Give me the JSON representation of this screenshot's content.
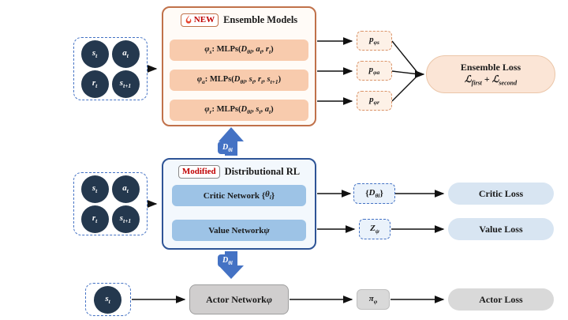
{
  "palette": {
    "circle_navy": "#24384E",
    "arrow_blue": "#4472C4",
    "dist_border_blue": "#2E5496",
    "ensemble_border_orange": "#C0714A",
    "ensemble_row_peach": "#F8CBAD",
    "ensemble_loss_peach": "#FBE5D6",
    "rl_row_blue": "#9DC3E6",
    "loss_pill_blue": "#D8E5F2",
    "actor_gray": "#D0CECE",
    "loss_pill_gray": "#D9D9D9",
    "badge_red": "#C00000"
  },
  "icons": {
    "fire": "fire-icon"
  },
  "inputs": {
    "quad": [
      [
        {
          "t": "s",
          "s": "t",
          "i": 1
        }
      ],
      [
        {
          "t": "a",
          "s": "t",
          "i": 1
        }
      ],
      [
        {
          "t": "r",
          "s": "t",
          "i": 1
        }
      ],
      [
        {
          "t": "s",
          "s": "t+1",
          "i": 1
        }
      ]
    ],
    "single": [
      {
        "t": "s",
        "s": "t",
        "i": 1
      }
    ]
  },
  "ensemble": {
    "badge": "NEW",
    "title": "Ensemble Models",
    "rows": [
      {
        "head": [
          {
            "t": "φ",
            "s": "s",
            "i": 1
          }
        ],
        "body": [
          {
            "t": ": MLPs("
          },
          {
            "t": "D",
            "s": "θi",
            "i": 1
          },
          {
            "t": ", "
          },
          {
            "t": "a",
            "s": "t",
            "i": 1
          },
          {
            "t": ", "
          },
          {
            "t": "r",
            "s": "t",
            "i": 1
          },
          {
            "t": ")"
          }
        ]
      },
      {
        "head": [
          {
            "t": "φ",
            "s": "a",
            "i": 1
          }
        ],
        "body": [
          {
            "t": ": MLPs("
          },
          {
            "t": "D",
            "s": "θi",
            "i": 1
          },
          {
            "t": ", "
          },
          {
            "t": "s",
            "s": "t",
            "i": 1
          },
          {
            "t": ", "
          },
          {
            "t": "r",
            "s": "t",
            "i": 1
          },
          {
            "t": ", "
          },
          {
            "t": "s",
            "s": "t+1",
            "i": 1
          },
          {
            "t": ")"
          }
        ]
      },
      {
        "head": [
          {
            "t": "φ",
            "s": "r",
            "i": 1
          }
        ],
        "body": [
          {
            "t": ": MLPs("
          },
          {
            "t": "D",
            "s": "θi",
            "i": 1
          },
          {
            "t": ", "
          },
          {
            "t": "s",
            "s": "t",
            "i": 1
          },
          {
            "t": ", "
          },
          {
            "t": "a",
            "s": "t",
            "i": 1
          },
          {
            "t": ")"
          }
        ]
      }
    ],
    "outputs": [
      [
        {
          "t": "p",
          "s": "φs",
          "i": 1
        }
      ],
      [
        {
          "t": "p",
          "s": "φa",
          "i": 1
        }
      ],
      [
        {
          "t": "p",
          "s": "φr",
          "i": 1
        }
      ]
    ],
    "loss_title": "Ensemble Loss",
    "loss_formula": [
      {
        "t": "ℒ",
        "s": "first",
        "i": 1
      },
      {
        "t": " + "
      },
      {
        "t": "ℒ",
        "s": "second",
        "i": 1
      }
    ]
  },
  "distributional": {
    "badge": "Modified",
    "title": "Distributional RL",
    "rows": [
      {
        "label": [
          {
            "t": "Critic Network {"
          },
          {
            "t": "θ",
            "s": "i",
            "i": 1
          },
          {
            "t": "}"
          }
        ]
      },
      {
        "label": [
          {
            "t": "Value Network "
          },
          {
            "t": "ψ",
            "i": 1
          }
        ]
      }
    ],
    "outputs": [
      [
        {
          "t": "{"
        },
        {
          "t": "D",
          "s": "θi",
          "i": 1
        },
        {
          "t": "}"
        }
      ],
      [
        {
          "t": "Z",
          "s": "ψ",
          "i": 1
        }
      ]
    ],
    "critic_loss": "Critic Loss",
    "value_loss": "Value Loss"
  },
  "actor": {
    "network": [
      {
        "t": "Actor Network "
      },
      {
        "t": "φ",
        "i": 1
      }
    ],
    "output": [
      {
        "t": "π",
        "s": "φ",
        "i": 1
      }
    ],
    "loss": "Actor Loss"
  },
  "flow": {
    "dtheta_label": [
      {
        "t": "D",
        "s": "θi",
        "i": 1
      }
    ]
  }
}
